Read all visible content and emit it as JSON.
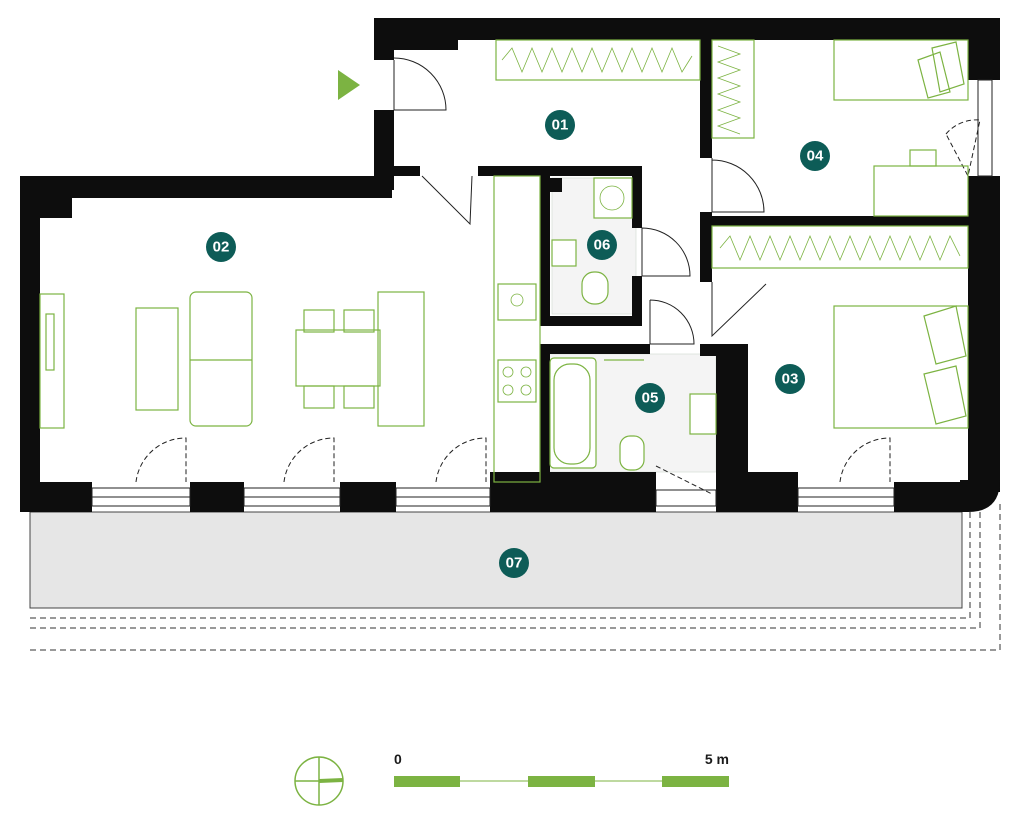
{
  "rooms": [
    {
      "id": "01",
      "name": "room-01"
    },
    {
      "id": "02",
      "name": "room-02"
    },
    {
      "id": "03",
      "name": "room-03"
    },
    {
      "id": "04",
      "name": "room-04"
    },
    {
      "id": "05",
      "name": "room-05"
    },
    {
      "id": "06",
      "name": "room-06"
    },
    {
      "id": "07",
      "name": "room-07"
    }
  ],
  "scale_bar": {
    "start_label": "0",
    "end_label": "5 m",
    "color": "#7cb342"
  },
  "colors": {
    "wall": "#0d0d0d",
    "furniture": "#7cb342",
    "badge": "#0d5c57",
    "terrace": "#e6e6e6",
    "entrance_arrow": "#7cb342"
  },
  "icons": {
    "entrance": "entrance-arrow-icon",
    "compass": "north-compass-icon"
  }
}
